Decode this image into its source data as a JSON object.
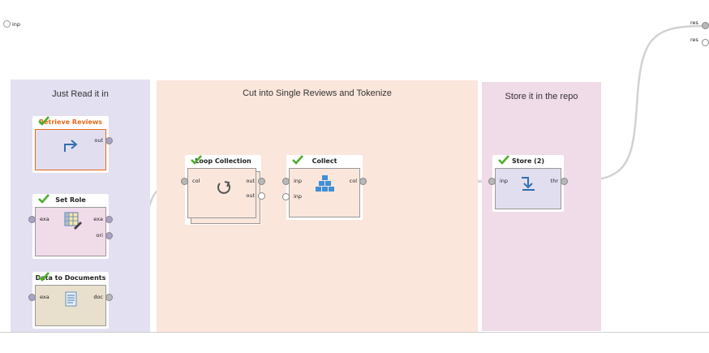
{
  "process_ports": {
    "input_label": "inp",
    "result_labels": [
      "res",
      "res"
    ]
  },
  "groups": [
    {
      "id": "read",
      "title": "Just Read it in",
      "color": "#e3e0f1"
    },
    {
      "id": "cut",
      "title": "Cut into Single Reviews and Tokenize",
      "color": "#fbe6dc"
    },
    {
      "id": "store",
      "title": "Store it in the repo",
      "color": "#f0dbe8"
    }
  ],
  "operators": {
    "retrieve": {
      "title": "Retrieve Reviews",
      "title_color": "#e86a1a",
      "body_color": "#e1def0",
      "ports_out": [
        "out"
      ],
      "icon": "retrieve-arrow-icon"
    },
    "set_role": {
      "title": "Set Role",
      "body_color": "#f0dbe8",
      "ports_in": [
        "exa"
      ],
      "ports_out": [
        "exa",
        "ori"
      ],
      "icon": "grid-edit-icon"
    },
    "data_to_docs": {
      "title": "Data to Documents",
      "body_color": "#e8e0cc",
      "ports_in": [
        "exa"
      ],
      "ports_out": [
        "doc"
      ],
      "icon": "document-icon"
    },
    "loop": {
      "title": "Loop Collection",
      "body_color": "#fbe6dc",
      "ports_in": [
        "col"
      ],
      "ports_out": [
        "out",
        "out"
      ],
      "icon": "loop-icon"
    },
    "collect": {
      "title": "Collect",
      "body_color": "#fbe6dc",
      "ports_in": [
        "inp",
        "inp"
      ],
      "ports_out": [
        "col"
      ],
      "icon": "cubes-icon"
    },
    "store": {
      "title": "Store (2)",
      "body_color": "#e1def0",
      "ports_in": [
        "inp"
      ],
      "ports_out": [
        "thr"
      ],
      "icon": "store-arrow-icon"
    }
  },
  "colors": {
    "port_data": "#a7a3c8",
    "port_doc": "#b8b8b8",
    "check": "#4caf2c",
    "wire": "#cfcfcf"
  }
}
